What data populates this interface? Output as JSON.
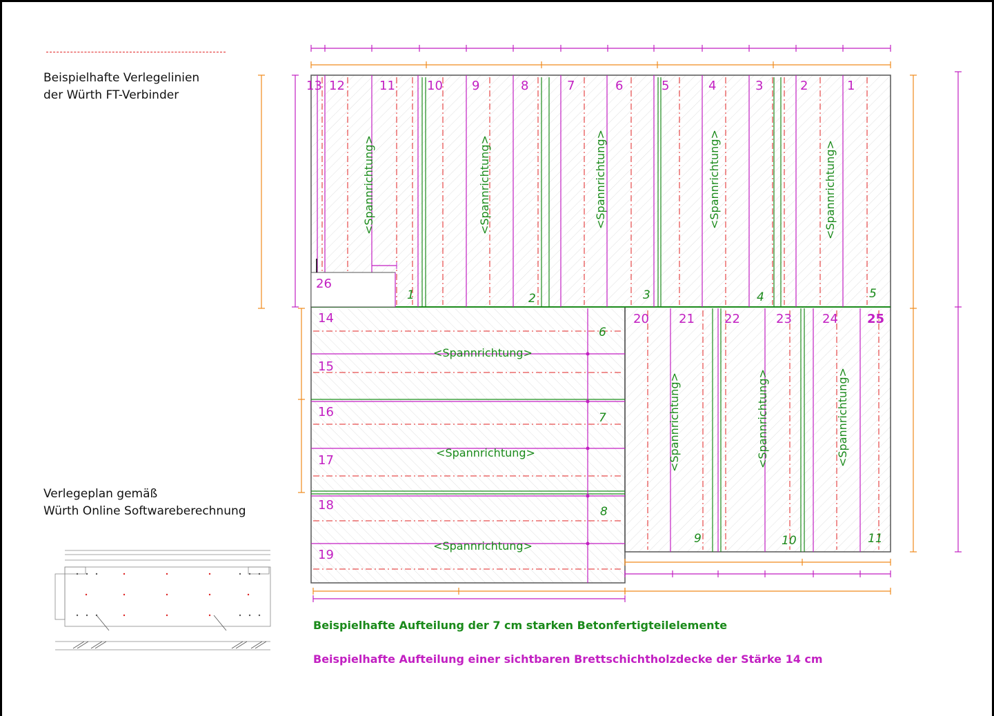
{
  "notes": {
    "legend_line_color": "#e02020",
    "legend_title_line1": "Beispielhafte Verlegelinien",
    "legend_title_line2": "der Würth FT-Verbinder",
    "plan_title_line1": "Verlegeplan gemäß",
    "plan_title_line2": "Würth Online Softwareberechnung",
    "green_caption": "Beispielhafte Aufteilung der 7 cm starken Betonfertigteilelemente",
    "magenta_caption": "Beispielhafte Aufteilung einer sichtbaren Brettschichtholzdecke der Stärke 14 cm"
  },
  "colors": {
    "green": "#1a8a1a",
    "magenta": "#c21fc2",
    "orange": "#f08a1c",
    "red_dash": "#e02020"
  },
  "span_label": "<Spannrichtung>",
  "top_panels": [
    "13",
    "12",
    "11",
    "10",
    "9",
    "8",
    "7",
    "6",
    "5",
    "4",
    "3",
    "2",
    "1"
  ],
  "top_small_panel": "26",
  "left_strips": [
    "14",
    "15",
    "16",
    "17",
    "18",
    "19"
  ],
  "right_panels": [
    "20",
    "21",
    "22",
    "23",
    "24",
    "25"
  ],
  "concrete_elements": [
    "1",
    "2",
    "3",
    "4",
    "5",
    "6",
    "7",
    "8",
    "9",
    "10",
    "11"
  ]
}
